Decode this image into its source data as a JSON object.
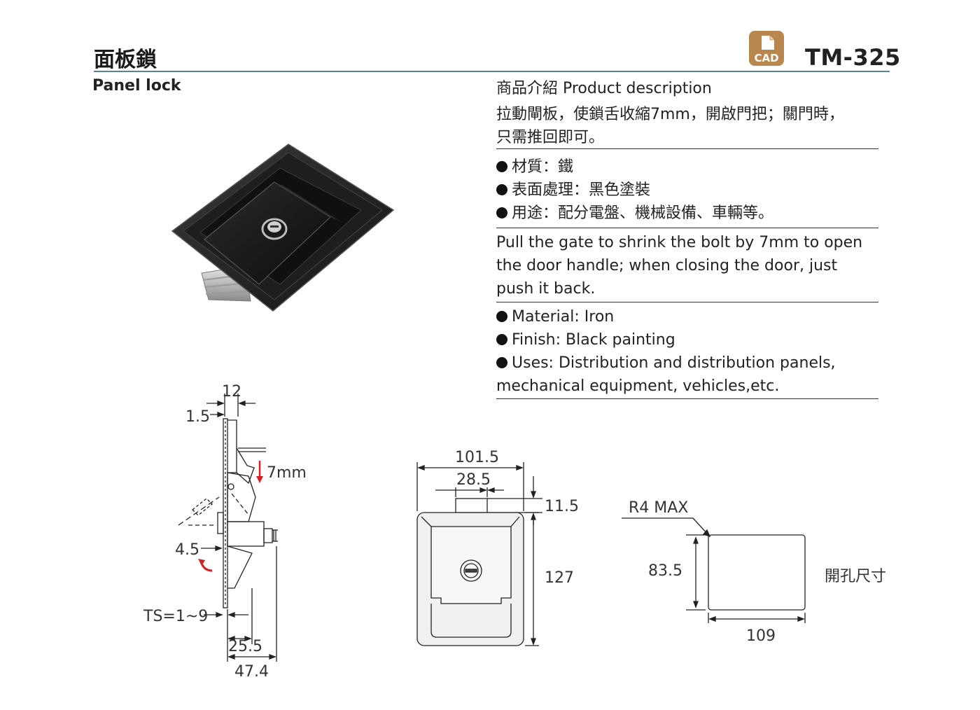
{
  "header": {
    "title_zh": "面板鎖",
    "title_en": "Panel lock",
    "model": "TM-325",
    "cad_label": "CAD"
  },
  "description": {
    "heading": "商品介紹 Product description",
    "zh_text_line1": "拉動閘板，使鎖舌收縮7mm，開啟門把；關門時，",
    "zh_text_line2": "只需推回即可。",
    "zh_bullets": [
      "材質：鐵",
      "表面處理：黑色塗裝",
      "用途：配分電盤、機械設備、車輛等。"
    ],
    "en_text_line1": "Pull the gate to shrink the bolt by 7mm to open",
    "en_text_line2": "the door handle; when closing the door, just",
    "en_text_line3": "push it back.",
    "en_bullets": [
      "Material: Iron",
      "Finish: Black painting",
      "Uses: Distribution and distribution panels,"
    ],
    "en_bullet_cont": "mechanical equipment, vehicles,etc."
  },
  "side_view": {
    "dim_12": "12",
    "dim_1_5": "1.5",
    "dim_7mm": "7mm",
    "dim_4_5": "4.5",
    "dim_ts": "TS=1~9",
    "dim_25_5": "25.5",
    "dim_47_4": "47.4"
  },
  "front_view": {
    "dim_101_5": "101.5",
    "dim_28_5": "28.5",
    "dim_11_5": "11.5",
    "dim_127": "127"
  },
  "cutout": {
    "r4": "R4 MAX",
    "dim_83_5": "83.5",
    "dim_109": "109",
    "label": "開孔尺寸"
  },
  "colors": {
    "rule": "#5a7fa8",
    "arrow_red": "#d62020",
    "cad_icon": "#b8864e"
  }
}
